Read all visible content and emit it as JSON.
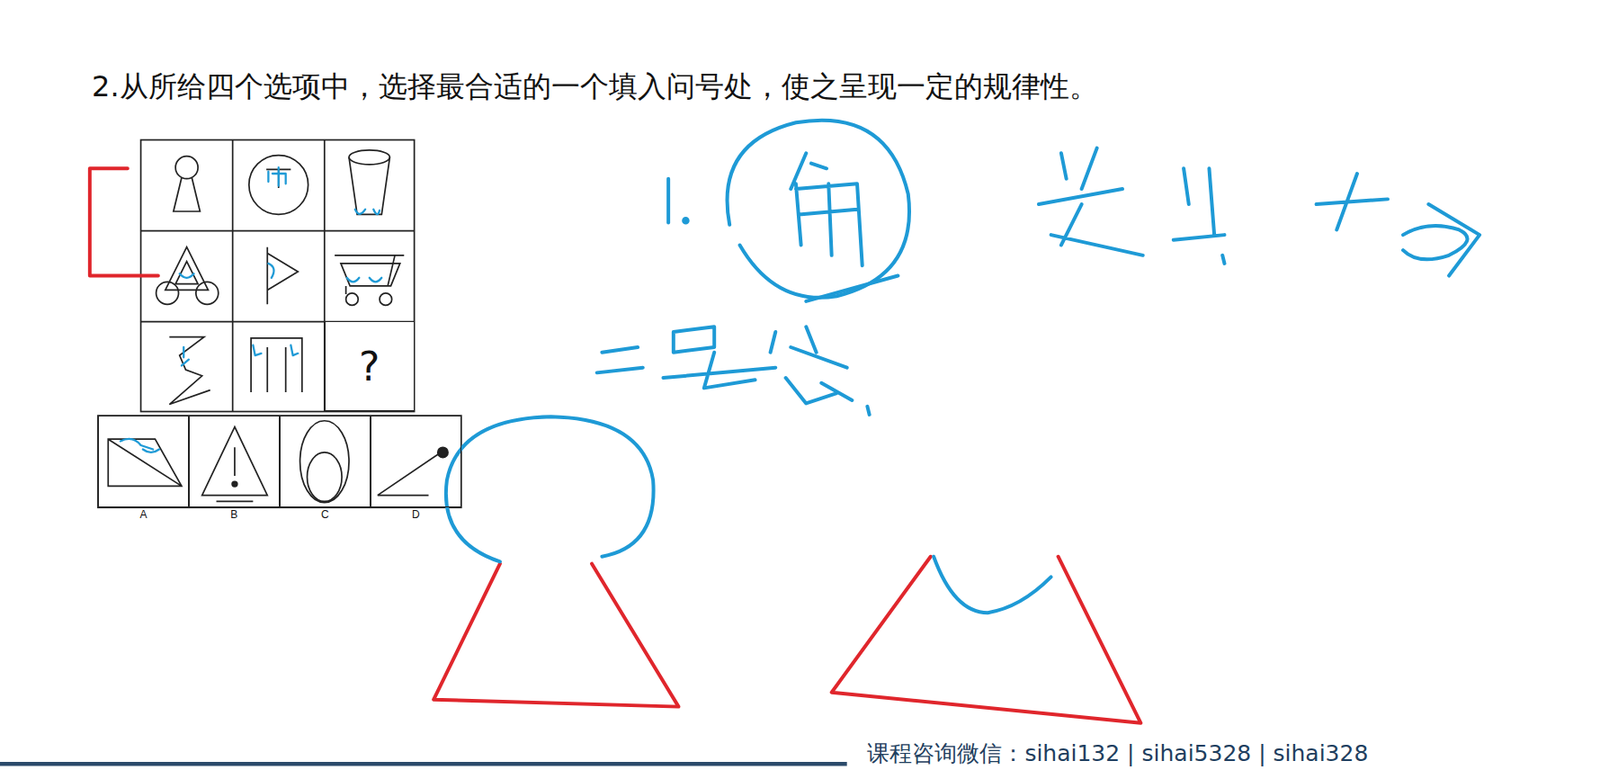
{
  "diagram": {
    "title": "2.从所给四个选项中，选择最合适的一个填入问号处，使之呈现一定的规律性。",
    "nodes": [
      {
        "text": [
          "?"
        ]
      },
      {
        "text": [
          "A"
        ]
      },
      {
        "text": [
          "B"
        ]
      },
      {
        "text": [
          "C"
        ]
      },
      {
        "text": [
          "D"
        ]
      }
    ],
    "labels": [
      "课程咨询微信：sihai132 | sihai5328 | sihai328"
    ]
  }
}
